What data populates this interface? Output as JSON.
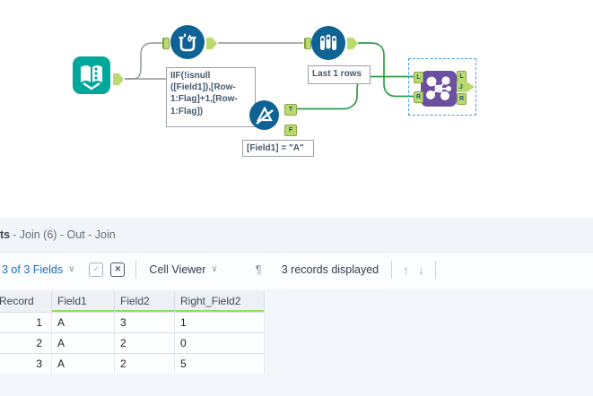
{
  "colors": {
    "wire_gray": "#8f9499",
    "wire_green": "#2f9e48",
    "teal": "#00a79b",
    "blue": "#0e6394",
    "purple": "#6b4fa1",
    "anchor_green": "#bada6e",
    "selection_blue": "#3f9fe0",
    "header_underline_green": "#93dd60"
  },
  "canvas": {
    "annotations": {
      "formula": "IIF(!isnull ([Field1]),[Row-1:Flag]+1,[Row-1:Flag])",
      "sample": "Last 1 rows",
      "filter": "[Field1] = \"A\""
    },
    "anchors": {
      "t": "T",
      "f": "F",
      "l": "L",
      "j": "J",
      "r": "R"
    }
  },
  "results": {
    "title_bold": "ts",
    "title_rest": "- Join (6) - Out - Join",
    "toolbar": {
      "fields_label": "3 of 3 Fields",
      "chevron": "∨",
      "check_icon": "✓",
      "x_icon": "✕",
      "cell_viewer_label": "Cell Viewer",
      "pilcrow": "¶",
      "records_label": "3 records displayed",
      "up_arrow": "↑",
      "down_arrow": "↓"
    },
    "table": {
      "headers": [
        "Record",
        "Field1",
        "Field2",
        "Right_Field2"
      ],
      "rows": [
        {
          "record": "1",
          "field1": "A",
          "field2": "3",
          "right_field2": "1"
        },
        {
          "record": "2",
          "field1": "A",
          "field2": "2",
          "right_field2": "0"
        },
        {
          "record": "3",
          "field1": "A",
          "field2": "2",
          "right_field2": "5"
        }
      ]
    }
  }
}
